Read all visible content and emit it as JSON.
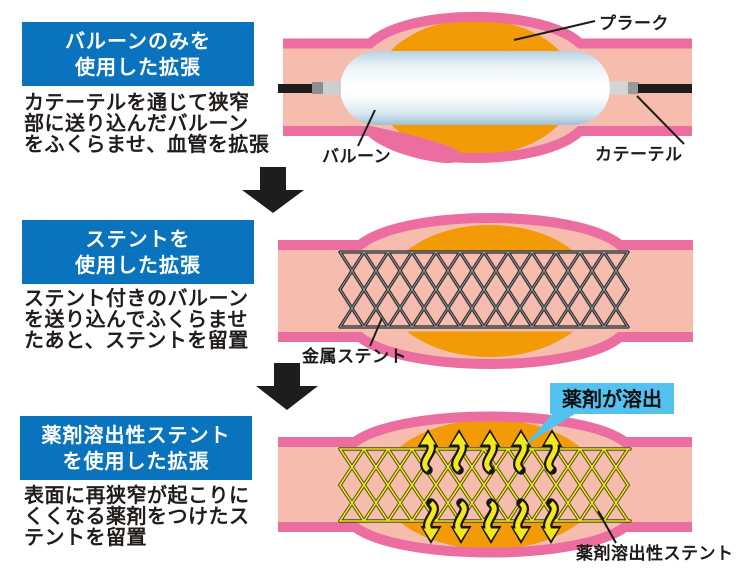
{
  "colors": {
    "header_blue": "#0a73bd",
    "vessel_wall_pink": "#ec6d9f",
    "lumen_pink": "#f6bdae",
    "plaque_orange": "#f29b07",
    "callout_cyan": "#54c2f0",
    "drug_yellow": "#f4e81c",
    "ink_black": "#1d1d1b"
  },
  "sections": [
    {
      "header": "バルーンのみを\n使用した拡張",
      "description": "カテーテルを通じて狭窄\n部に送り込んだバルーン\nをふくらませ、血管を拡張",
      "labels": {
        "plaque": "プラーク",
        "balloon": "バルーン",
        "catheter": "カテーテル"
      }
    },
    {
      "header": "ステントを\n使用した拡張",
      "description": "ステント付きのバルーン\nを送り込んでふくらませ\nたあと、ステントを留置",
      "labels": {
        "stent": "金属ステント"
      }
    },
    {
      "header": "薬剤溶出性ステント\nを使用した拡張",
      "description": "表面に再狭窄が起こりに\nくくなる薬剤をつけたス\nテントを留置",
      "labels": {
        "elution": "薬剤が溶出",
        "stent": "薬剤溶出性ステント"
      }
    }
  ]
}
